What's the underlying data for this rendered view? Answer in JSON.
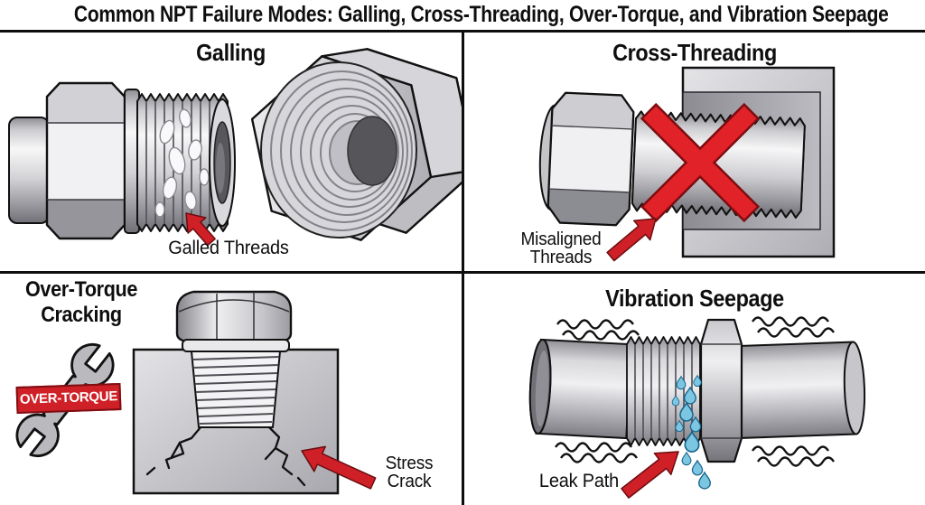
{
  "title": "Common NPT Failure Modes: Galling, Cross-Threading, Over-Torque, and Vibration Seepage",
  "colors": {
    "accent_red": "#cf2027",
    "x_red": "#e12228",
    "badge_red": "#cf2027",
    "droplet_blue": "#7cc6e2",
    "droplet_outline": "#16658c",
    "metal_light": "#f2f2f4",
    "metal_dark": "#77777c",
    "outline_black": "#0d0d0d"
  },
  "quadrants": {
    "galling": {
      "heading": "Galling",
      "callout": "Galled Threads"
    },
    "cross_threading": {
      "heading": "Cross-Threading",
      "callout_line1": "Misaligned",
      "callout_line2": "Threads"
    },
    "over_torque": {
      "heading_line1": "Over-Torque",
      "heading_line2": "Cracking",
      "badge": "OVER-TORQUE",
      "callout_line1": "Stress",
      "callout_line2": "Crack"
    },
    "vibration_seepage": {
      "heading": "Vibration Seepage",
      "callout": "Leak Path"
    }
  }
}
